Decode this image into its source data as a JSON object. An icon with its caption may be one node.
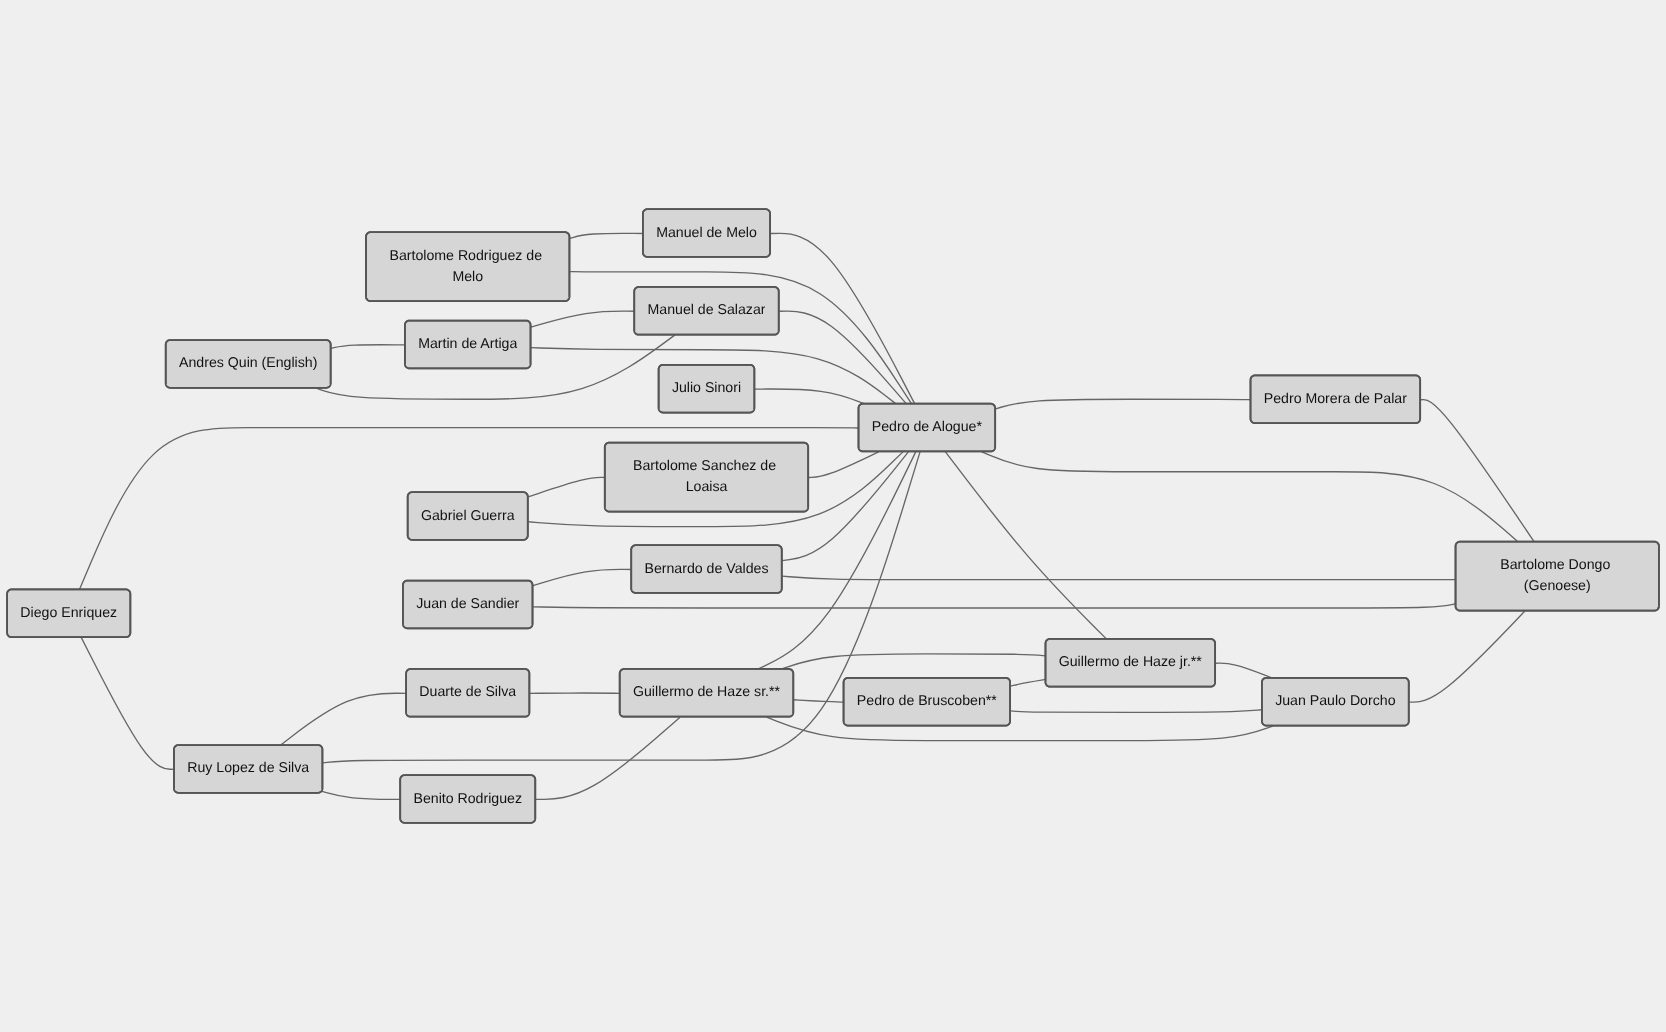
{
  "diagram": {
    "nodes": [
      {
        "text": [
          "Bartolome Rodriguez de Melo"
        ]
      },
      {
        "text": [
          "Duarte de Silva"
        ]
      },
      {
        "text": [
          "Diego Enriquez"
        ]
      },
      {
        "text": [
          "Manuel de Melo"
        ]
      },
      {
        "text": [
          "Andres Quin (English)"
        ]
      },
      {
        "text": [
          "Ruy Lopez de Silva"
        ]
      },
      {
        "text": [
          "Martin de Artiga"
        ]
      },
      {
        "text": [
          "Benito Rodriguez"
        ]
      },
      {
        "text": [
          "Manuel de Salazar"
        ]
      },
      {
        "text": [
          "Guillermo de Haze sr.**"
        ]
      },
      {
        "text": [
          "Gabriel Guerra"
        ]
      },
      {
        "text": [
          "Pedro de Alogue*"
        ]
      },
      {
        "text": [
          "Pedro de Bruscoben**"
        ]
      },
      {
        "text": [
          "Bartolome Sanchez de Loaisa"
        ]
      },
      {
        "text": [
          "Guillermo de Haze jr.**"
        ]
      },
      {
        "text": [
          "Julio Sinori"
        ]
      },
      {
        "text": [
          "Bernardo de Valdes"
        ]
      },
      {
        "text": [
          "Pedro Morera de Palar"
        ]
      },
      {
        "text": [
          "Juan Paulo Dorcho"
        ]
      },
      {
        "text": [
          "Juan de Sandier"
        ]
      },
      {
        "text": [
          "Bartolome Dongo (Genoese)"
        ]
      }
    ],
    "edges": [
      {
        "from": 0,
        "to": 3,
        "arrow": "none"
      },
      {
        "from": 0,
        "to": 11,
        "arrow": "none"
      },
      {
        "from": 3,
        "to": 11,
        "arrow": "none"
      },
      {
        "from": 2,
        "to": 11,
        "arrow": "none"
      },
      {
        "from": 2,
        "to": 5,
        "arrow": "none"
      },
      {
        "from": 5,
        "to": 1,
        "arrow": "none"
      },
      {
        "from": 5,
        "to": 11,
        "arrow": "none"
      },
      {
        "from": 5,
        "to": 7,
        "arrow": "none"
      },
      {
        "from": 1,
        "to": 9,
        "arrow": "none"
      },
      {
        "from": 7,
        "to": 9,
        "arrow": "none"
      },
      {
        "from": 4,
        "to": 6,
        "arrow": "none"
      },
      {
        "from": 4,
        "to": 8,
        "arrow": "none"
      },
      {
        "from": 6,
        "to": 8,
        "arrow": "none"
      },
      {
        "from": 6,
        "to": 11,
        "arrow": "none"
      },
      {
        "from": 8,
        "to": 11,
        "arrow": "none"
      },
      {
        "from": 10,
        "to": 13,
        "arrow": "none"
      },
      {
        "from": 10,
        "to": 11,
        "arrow": "none"
      },
      {
        "from": 13,
        "to": 11,
        "arrow": "none"
      },
      {
        "from": 15,
        "to": 11,
        "arrow": "none"
      },
      {
        "from": 16,
        "to": 11,
        "arrow": "none"
      },
      {
        "from": 11,
        "to": 17,
        "arrow": "none"
      },
      {
        "from": 11,
        "to": 20,
        "arrow": "none"
      },
      {
        "from": 11,
        "to": 14,
        "arrow": "none"
      },
      {
        "from": 9,
        "to": 11,
        "arrow": "none"
      },
      {
        "from": 9,
        "to": 14,
        "arrow": "none"
      },
      {
        "from": 9,
        "to": 12,
        "arrow": "none"
      },
      {
        "from": 9,
        "to": 18,
        "arrow": "none"
      },
      {
        "from": 12,
        "to": 14,
        "arrow": "none"
      },
      {
        "from": 12,
        "to": 18,
        "arrow": "none"
      },
      {
        "from": 14,
        "to": 18,
        "arrow": "none"
      },
      {
        "from": 18,
        "to": 20,
        "arrow": "none"
      },
      {
        "from": 16,
        "to": 20,
        "arrow": "none"
      },
      {
        "from": 19,
        "to": 16,
        "arrow": "none"
      },
      {
        "from": 19,
        "to": 20,
        "arrow": "none"
      },
      {
        "from": 17,
        "to": 20,
        "arrow": "none"
      }
    ]
  }
}
